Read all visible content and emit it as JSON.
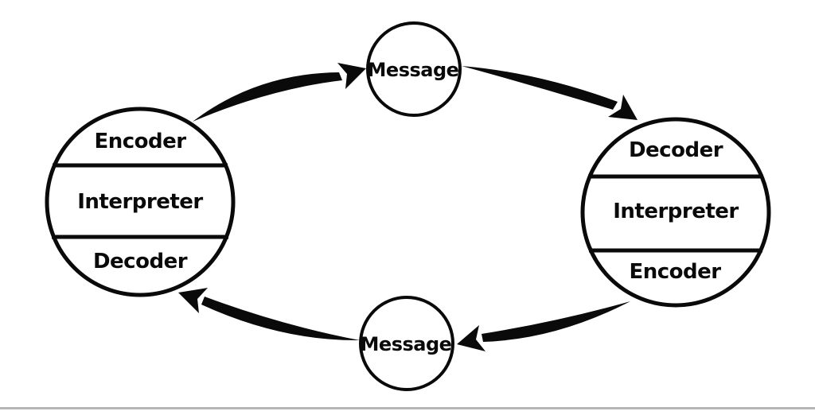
{
  "nodes": {
    "left": {
      "sections": [
        "Encoder",
        "Interpreter",
        "Decoder"
      ]
    },
    "right": {
      "sections": [
        "Decoder",
        "Interpreter",
        "Encoder"
      ]
    },
    "message_top": {
      "label": "Message"
    },
    "message_bottom": {
      "label": "Message"
    }
  },
  "arrows": [
    {
      "name": "left-to-top-message",
      "direction": "clockwise"
    },
    {
      "name": "top-message-to-right",
      "direction": "clockwise"
    },
    {
      "name": "right-to-bottom-message",
      "direction": "clockwise"
    },
    {
      "name": "bottom-message-to-left",
      "direction": "clockwise"
    }
  ],
  "colors": {
    "ink": "#0a0a0a",
    "background": "#ffffff",
    "footer_rule": "#a9a9a9"
  }
}
